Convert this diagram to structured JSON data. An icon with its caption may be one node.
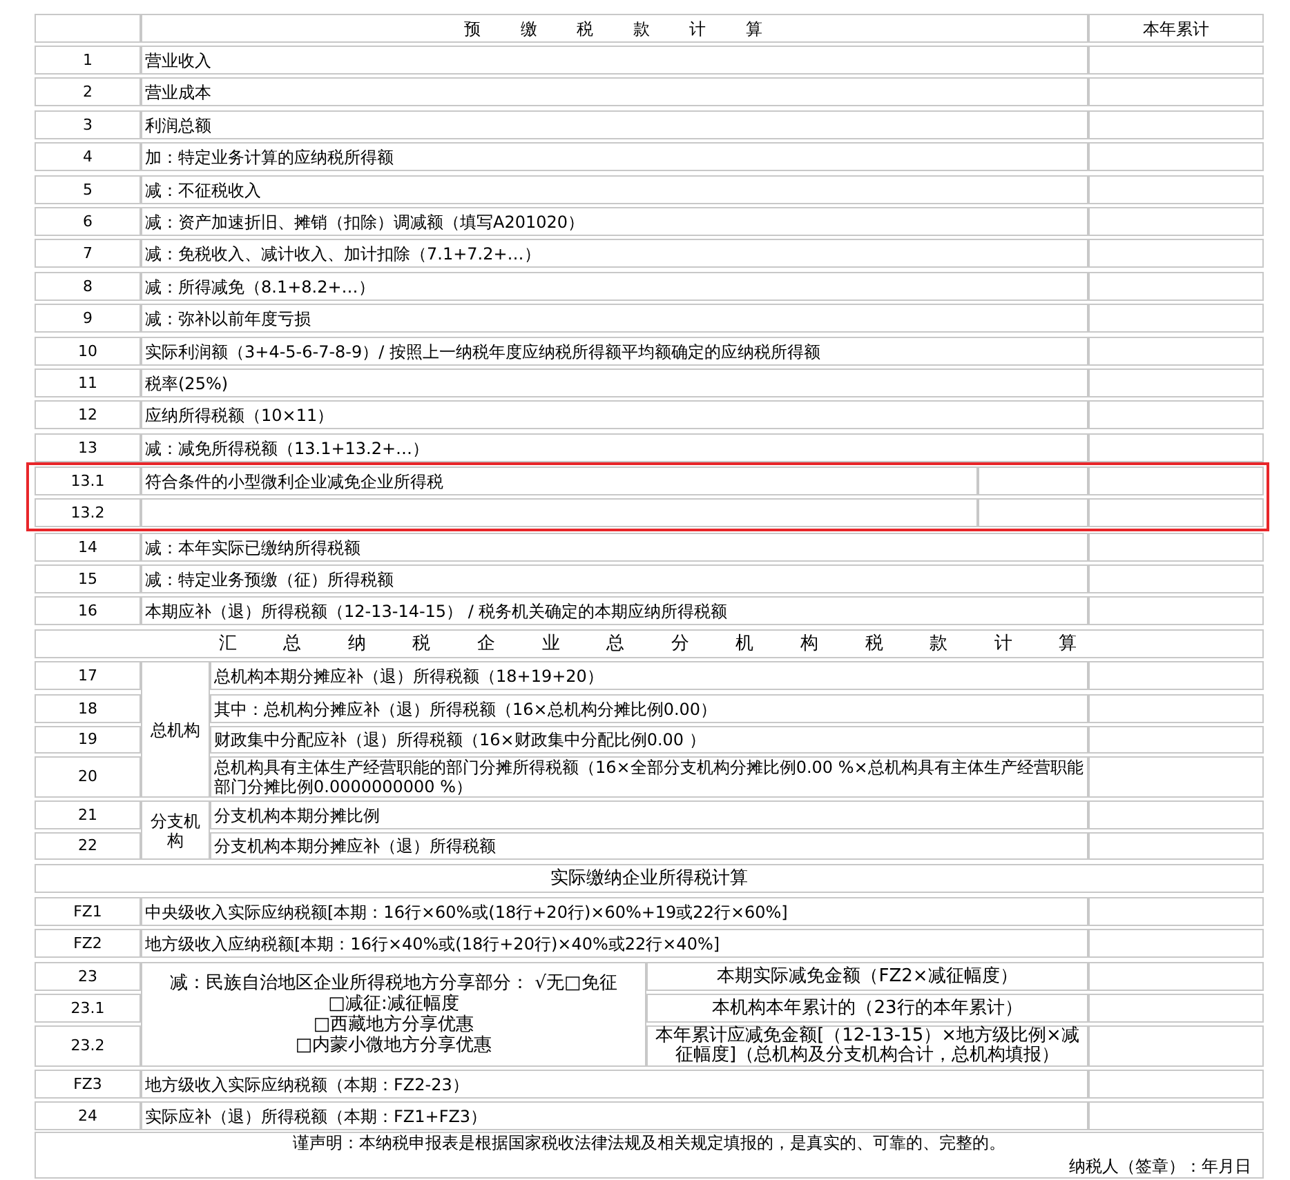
{
  "diagram": {
    "labels": [
      "预缴税款计算",
      "本年累计",
      "1",
      "营业收入",
      "2",
      "营业成本",
      "3",
      "利润总额",
      "4",
      "加：特定业务计算的应纳税所得额",
      "5",
      "减：不征税收入",
      "6",
      "减：资产加速折旧、摊销（扣除）调减额（填写A201020）",
      "7",
      "减：免税收入、减计收入、加计扣除（7.1+7.2+…）",
      "8",
      "减：所得减免（8.1+8.2+…）",
      "9",
      "减：弥补以前年度亏损",
      "10",
      "实际利润额（3+4-5-6-7-8-9）/ 按照上一纳税年度应纳税所得额平均额确定的应纳税所得额",
      "11",
      "税率(25%)",
      "12",
      "应纳所得税额（10×11）",
      "13",
      "减：减免所得税额（13.1+13.2+…）",
      "13.1",
      "符合条件的小型微利企业减免企业所得税",
      "13.2",
      "14",
      "减：本年实际已缴纳所得税额",
      "15",
      "减：特定业务预缴（征）所得税额",
      "16",
      "本期应补（退）所得税额（12-13-14-15） / 税务机关确定的本期应纳所得税额",
      "汇总纳税企业总分机构税款计算",
      "17",
      "总机构",
      "总机构本期分摊应补（退）所得税额（18+19+20）",
      "18",
      "其中：总机构分摊应补（退）所得税额（16×总机构分摊比例0.00）",
      "19",
      "财政集中分配应补（退）所得税额（16×财政集中分配比例0.00 ）",
      "20",
      "总机构具有主体生产经营职能的部门分摊所得税额（16×全部分支机构分摊比例0.00 %×总机构具有主体生产经营职能部门分摊比例0.0000000000 %）",
      "21",
      "分支机构",
      "分支机构本期分摊比例",
      "22",
      "分支机构本期分摊应补（退）所得税额",
      "实际缴纳企业所得税计算",
      "FZ1",
      "中央级收入实际应纳税额[本期：16行×60%或(18行+20行)×60%+19或22行×60%]",
      "FZ2",
      "地方级收入应纳税额[本期：16行×40%或(18行+20行)×40%或22行×40%]",
      "23",
      "减：民族自治地区企业所得税地方分享部分： √无□免征 □减征:减征幅度",
      "□西藏地方分享优惠",
      "□内蒙小微地方分享优惠",
      "本期实际减免金额（FZ2×减征幅度）",
      "23.1",
      "本机构本年累计的（23行的本年累计）",
      "23.2",
      "本年累计应减免金额[（12-13-15）×地方级比例×减征幅度]（总机构及分支机构合计，总机构填报）",
      "FZ3",
      "地方级收入实际应纳税额（本期：FZ2-23）",
      "24",
      "实际应补（退）所得税额（本期：FZ1+FZ3）",
      "谨声明：本纳税申报表是根据国家税收法律法规及相关规定填报的，是真实的、可靠的、完整的。",
      "纳税人（签章）：年月日"
    ]
  }
}
